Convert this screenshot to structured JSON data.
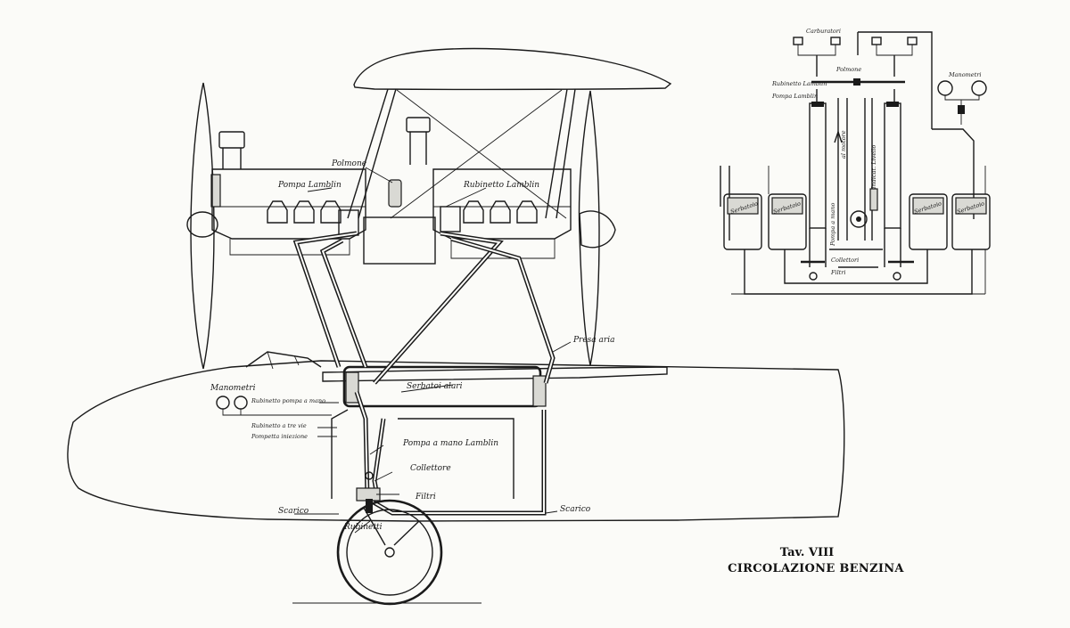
{
  "caption": {
    "plate": "Tav. VIII",
    "title": "CIRCOLAZIONE BENZINA"
  },
  "main_labels": {
    "polmone": "Polmone",
    "pompa_lamblin": "Pompa Lamblin",
    "rubinetto_lamblin": "Rubinetto Lamblin",
    "presa_aria": "Presa aria",
    "serbatoi_alari": "Serbatoi alari",
    "manometri": "Manometri",
    "rubinetto_pompa_mano": "Rubinetto pompa a mano",
    "rubinetto_tre_vie": "Rubinetto a tre vie",
    "pompetta_iniezione": "Pompetta iniezione",
    "pompa_mano_lamblin": "Pompa a mano Lamblin",
    "collettore": "Collettore",
    "filtri": "Filtri",
    "scarico_left": "Scarico",
    "scarico_right": "Scarico",
    "rubinetti": "Rubinetti"
  },
  "schematic_labels": {
    "carburatori": "Carburatori",
    "polmone": "Polmone",
    "rubinetto_lamblin": "Rubinetto Lamblin",
    "pompa_lamblin": "Pompa Lamblin",
    "manometri": "Manometri",
    "al_motore": "al motore",
    "indicat_livello": "Indicat. Livello",
    "serbatoio_1": "Serbatoio",
    "serbatoio_2": "Serbatoio",
    "serbatoio_3": "Serbatoio",
    "serbatoio_4": "Serbatoio",
    "collettori": "Collettori",
    "filtri": "Filtri",
    "pompa_mano": "Pompa a mano"
  }
}
